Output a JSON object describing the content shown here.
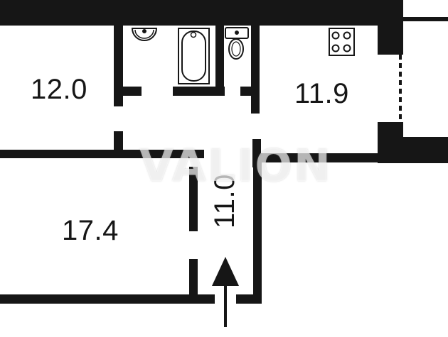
{
  "plan": {
    "colors": {
      "wall": "#161616",
      "background": "#ffffff",
      "watermark": "#ffffff"
    },
    "rooms": [
      {
        "id": "room-top-left",
        "area": "12.0"
      },
      {
        "id": "kitchen",
        "area": "11.9"
      },
      {
        "id": "room-bottom-left",
        "area": "17.4"
      },
      {
        "id": "hallway",
        "area": "11.0"
      }
    ],
    "fixtures": [
      "sink-icon",
      "bathtub-icon",
      "toilet-icon",
      "stove-icon"
    ],
    "entrance": {
      "icon": "entrance-arrow-icon",
      "direction": "up"
    },
    "watermark": "VALION"
  }
}
